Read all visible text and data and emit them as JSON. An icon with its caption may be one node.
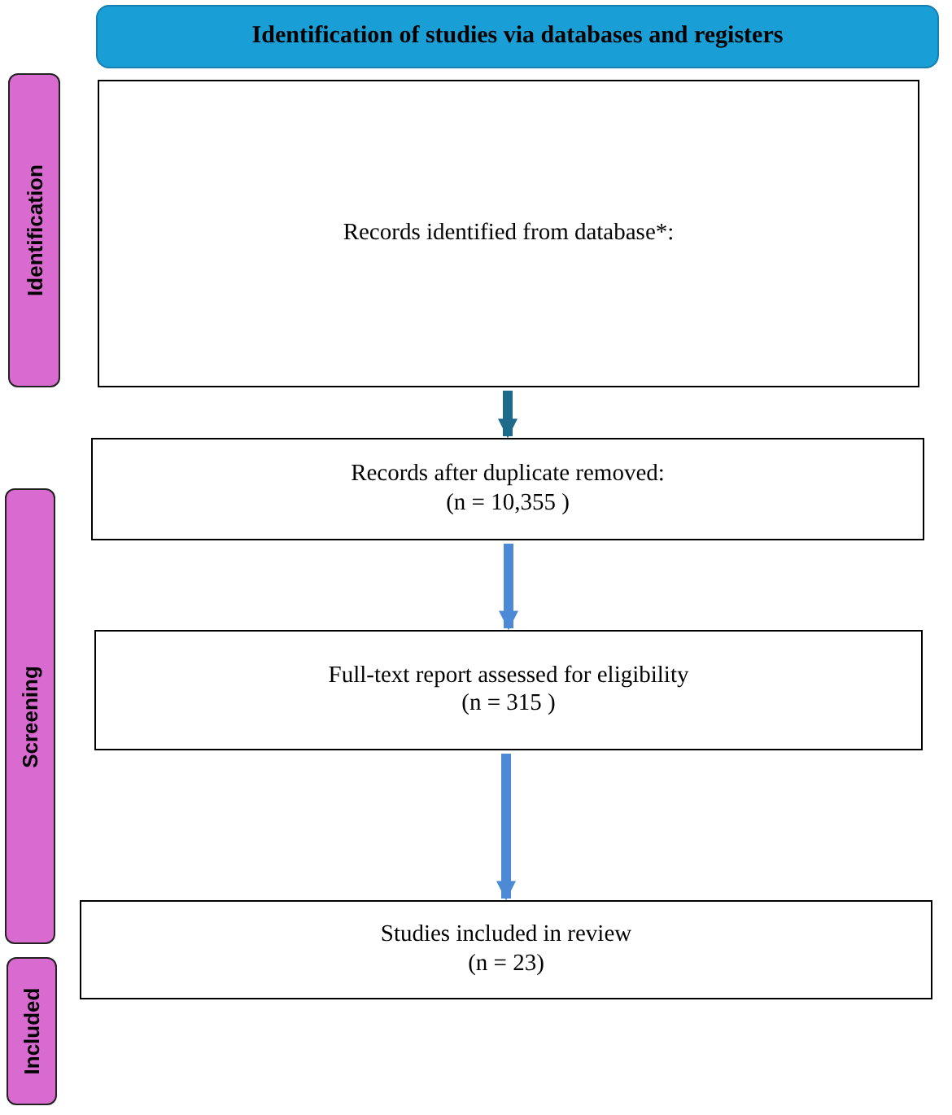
{
  "diagram": {
    "nodes": [
      {
        "text": [
          "Identification of studies via databases and registers"
        ]
      },
      {
        "text": [
          "Identification"
        ]
      },
      {
        "text": [
          "Records identified from database*:"
        ]
      },
      {
        "text": [
          "Records after duplicate removed:",
          "(n = 10,355 )"
        ]
      },
      {
        "text": [
          "Screening"
        ]
      },
      {
        "text": [
          "Full-text report assessed for eligibility",
          "(n = 315 )"
        ]
      },
      {
        "text": [
          "Included"
        ]
      },
      {
        "text": [
          "Studies included in review",
          "(n = 23)"
        ]
      }
    ],
    "edges": [
      {
        "from": 2,
        "to": 3,
        "arrow": "to",
        "color": "#1d6a8a"
      },
      {
        "from": 3,
        "to": 5,
        "arrow": "to"
      },
      {
        "from": 5,
        "to": 7,
        "arrow": "to"
      }
    ]
  }
}
